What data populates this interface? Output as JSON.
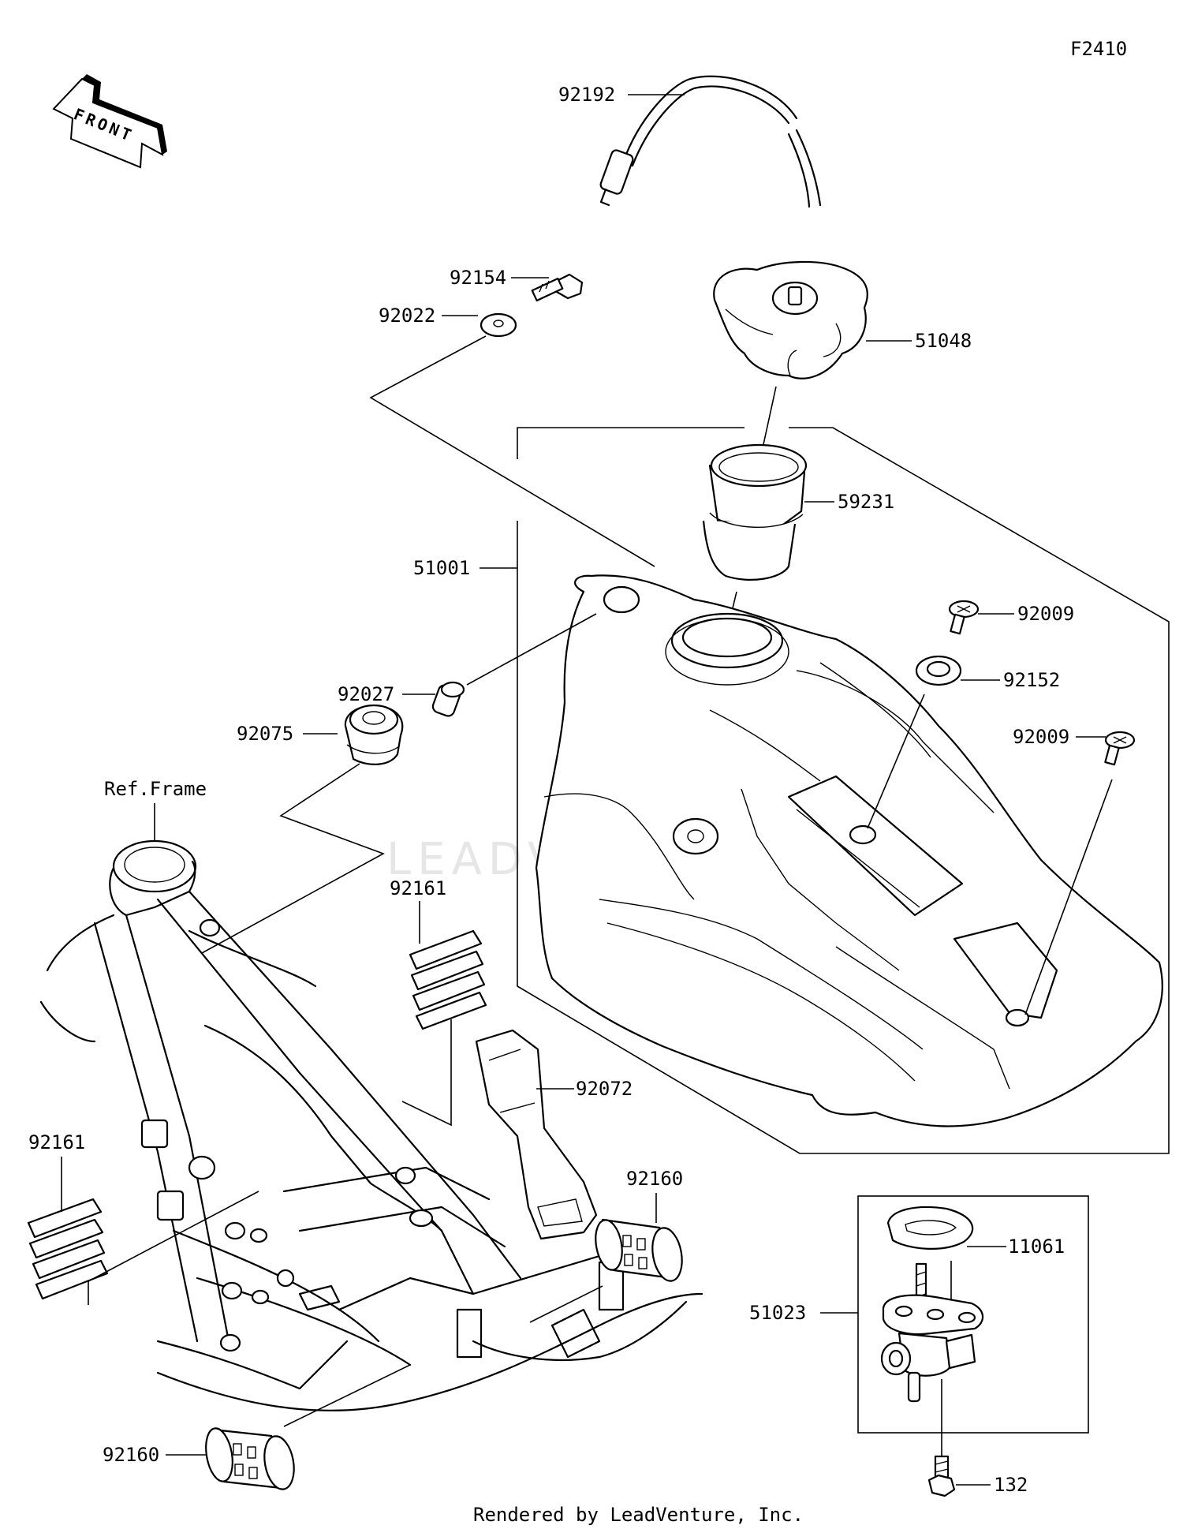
{
  "diagram_code": "F2410",
  "front_badge": "FRONT",
  "reference_label": "Ref.Frame",
  "footer": "Rendered by LeadVenture, Inc.",
  "watermark": "LEADVENTURE",
  "parts": {
    "p92192": "92192",
    "p92154": "92154",
    "p92022": "92022",
    "p51048": "51048",
    "p59231": "59231",
    "p51001": "51001",
    "p92009a": "92009",
    "p92152": "92152",
    "p92027": "92027",
    "p92075": "92075",
    "p92009b": "92009",
    "p92161a": "92161",
    "p92072": "92072",
    "p92161b": "92161",
    "p92160a": "92160",
    "p11061": "11061",
    "p51023": "51023",
    "p92160b": "92160",
    "p132": "132"
  }
}
